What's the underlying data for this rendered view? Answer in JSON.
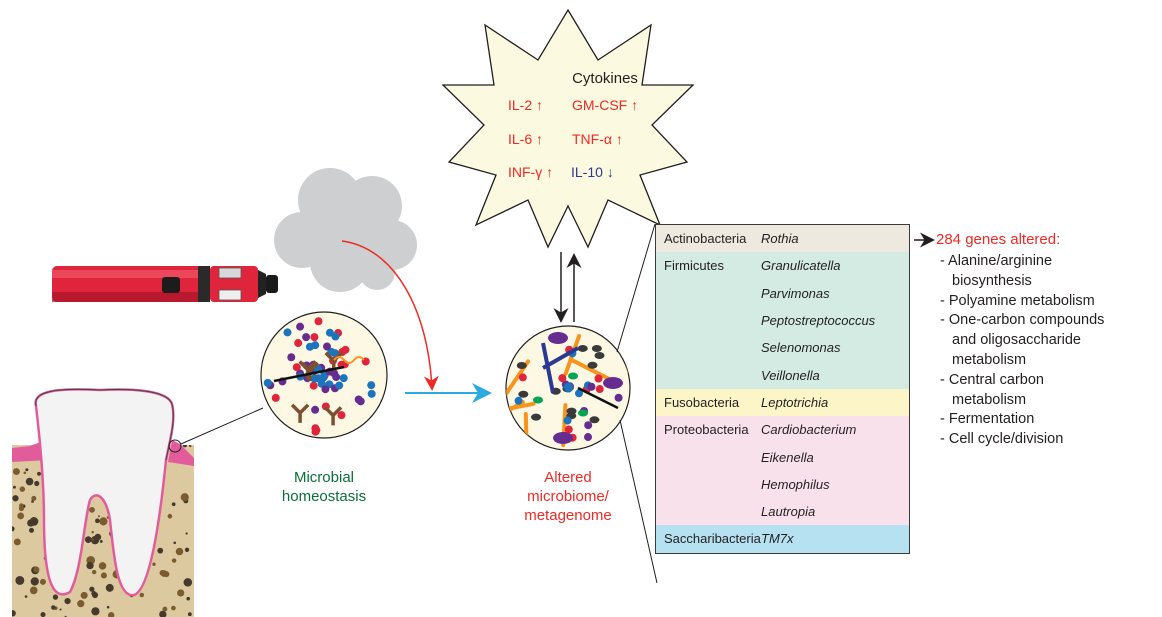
{
  "cytokines": {
    "title": "Cytokines",
    "items": [
      {
        "label": "IL-2",
        "direction": "up",
        "arrow": "↑"
      },
      {
        "label": "GM-CSF",
        "direction": "up",
        "arrow": "↑"
      },
      {
        "label": "IL-6",
        "direction": "up",
        "arrow": "↑"
      },
      {
        "label": "TNF-α",
        "direction": "up",
        "arrow": "↑"
      },
      {
        "label": "INF-γ",
        "direction": "up",
        "arrow": "↑"
      },
      {
        "label": "IL-10",
        "direction": "down",
        "arrow": "↓"
      }
    ]
  },
  "labels": {
    "homeostasis": [
      "Microbial",
      "homeostasis"
    ],
    "altered": [
      "Altered",
      "microbiome/",
      "metagenome"
    ]
  },
  "icons": {
    "vape": "e-cigarette-icon",
    "smoke": "vapor-cloud-icon",
    "tooth": "tooth-icon"
  },
  "taxa_table": {
    "rows": [
      {
        "phylum": "Actinobacteria",
        "genus": "Rothia",
        "color": "#ede9df"
      },
      {
        "phylum": "Firmicutes",
        "genus": "Granulicatella",
        "color": "#d3ebe3"
      },
      {
        "phylum": "",
        "genus": "Parvimonas",
        "color": "#d3ebe3"
      },
      {
        "phylum": "",
        "genus": "Peptostreptococcus",
        "color": "#d3ebe3"
      },
      {
        "phylum": "",
        "genus": "Selenomonas",
        "color": "#d3ebe3"
      },
      {
        "phylum": "",
        "genus": "Veillonella",
        "color": "#d3ebe3"
      },
      {
        "phylum": "Fusobacteria",
        "genus": "Leptotrichia",
        "color": "#fbf5c8"
      },
      {
        "phylum": "Proteobacteria",
        "genus": "Cardiobacterium",
        "color": "#f9e1ec"
      },
      {
        "phylum": "",
        "genus": "Eikenella",
        "color": "#f9e1ec"
      },
      {
        "phylum": "",
        "genus": "Hemophilus",
        "color": "#f9e1ec"
      },
      {
        "phylum": "",
        "genus": "Lautropia",
        "color": "#f9e1ec"
      },
      {
        "phylum": "Saccharibacteria",
        "genus": "TM7x",
        "color": "#b5e1f1"
      }
    ]
  },
  "genes": {
    "title": "284 genes altered:",
    "items": [
      [
        "- Alanine/arginine",
        "biosynthesis"
      ],
      [
        "- Polyamine metabolism"
      ],
      [
        "- One-carbon compounds",
        "and oligosaccharide",
        "metabolism"
      ],
      [
        "- Central carbon",
        "metabolism"
      ],
      [
        "- Fermentation"
      ],
      [
        "- Cell cycle/division"
      ]
    ]
  },
  "colors": {
    "up": "#ee2a24",
    "down": "#2b3990",
    "homeostasis_label": "#0b6e3a",
    "altered_label": "#ee2a24",
    "transition_arrow": "#29abe2"
  }
}
